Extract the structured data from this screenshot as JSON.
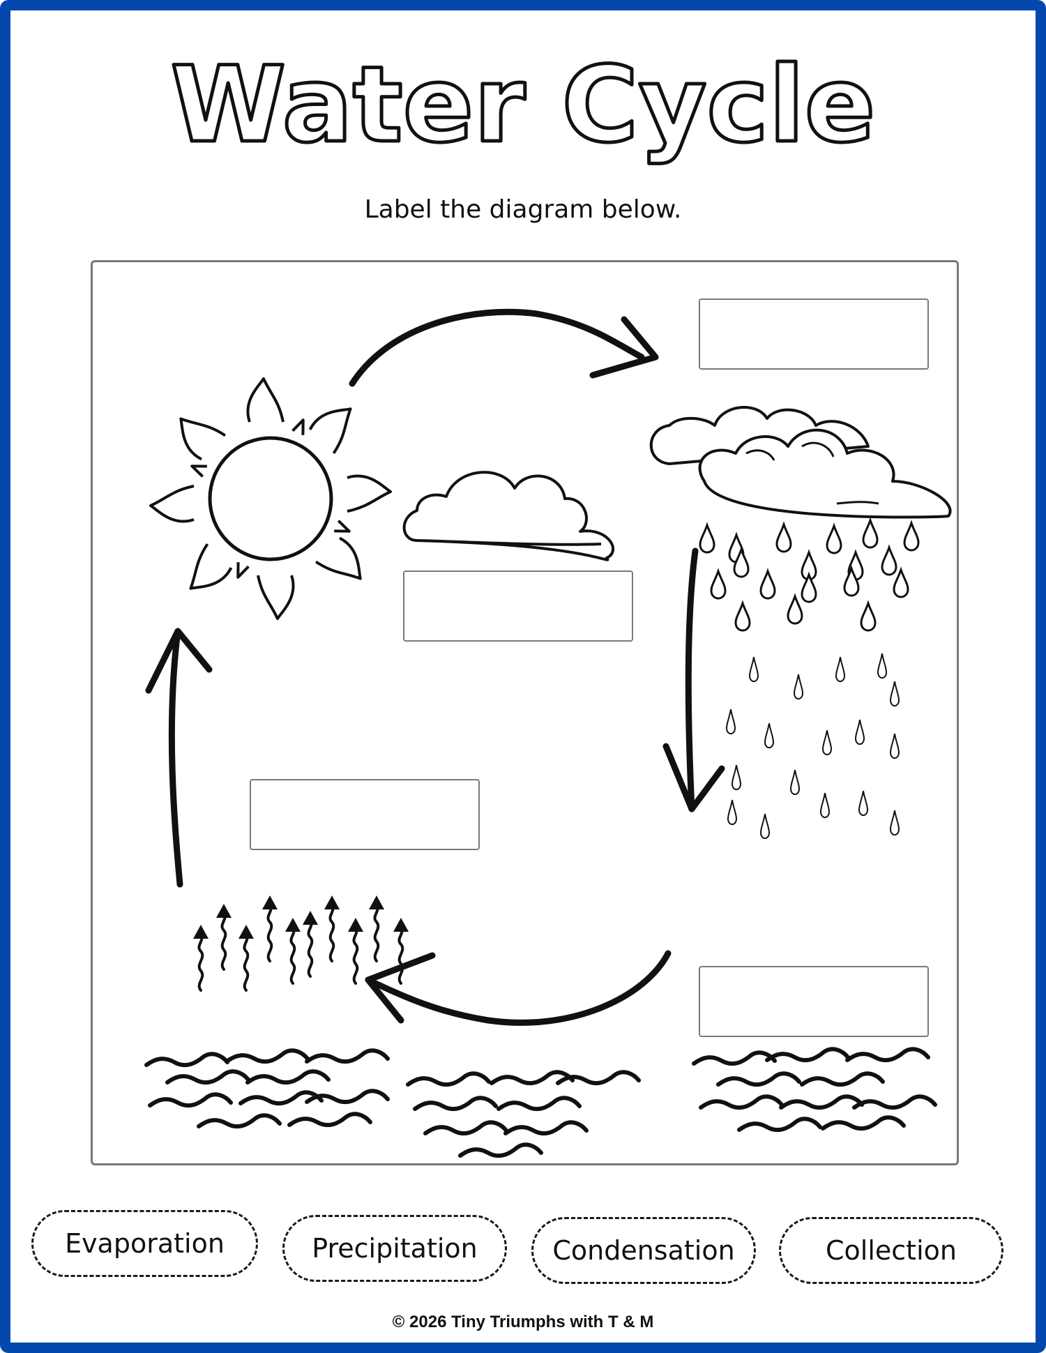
{
  "title": "Water Cycle",
  "instructions": "Label the diagram below.",
  "word_bank": [
    "Evaporation",
    "Precipitation",
    "Condensation",
    "Collection"
  ],
  "footer": "© 2026 Tiny Triumphs with T & M",
  "colors": {
    "border": "#0548ad",
    "ink": "#111111",
    "frame": "#777777"
  },
  "diagram": {
    "illustrations": [
      "sun-icon",
      "cloud-icon",
      "rain-cloud-icon",
      "raindrops-icon",
      "vapor-arrows-icon",
      "water-waves-icon"
    ],
    "blank_label_count": 4
  }
}
